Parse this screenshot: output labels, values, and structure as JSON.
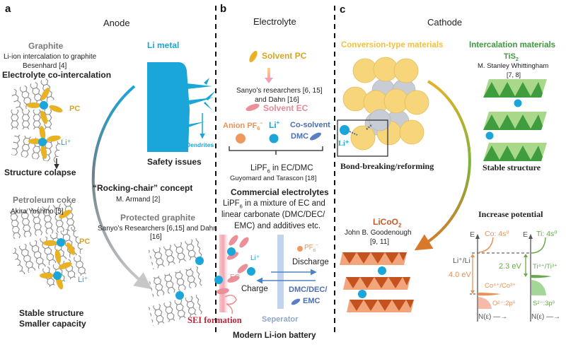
{
  "panels": {
    "a": {
      "letter": "a",
      "title": "Anode",
      "graphite": {
        "title": "Graphite",
        "line1": "Li-ion intercalation to graphite",
        "line2": "Besenhard [4]",
        "heading": "Electrolyte co-intercalation",
        "pc_label": "PC",
        "li_label": "Li⁺",
        "caption": "Structure colapse"
      },
      "li_metal": {
        "title": "Li metal",
        "dendrites_label": "Dendrites",
        "caption": "Safety issues"
      },
      "rocking_chair": {
        "title": "“Rocking-chair” concept",
        "ref": "M. Armand [2]"
      },
      "petroleum_coke": {
        "title": "Petroleum coke",
        "ref": "Akira  Yoshino [5]",
        "pc_label": "PC",
        "li_label": "Li⁺",
        "caption1": "Stable structure",
        "caption2": "Smaller capacity"
      },
      "protected_graphite": {
        "title": "Protected graphite",
        "ref1": "Sanyo’s Researchers [6,15] and Dahn",
        "ref2": "[16]"
      }
    },
    "b": {
      "letter": "b",
      "title": "Electrolyte",
      "solvent_pc": "Solvent PC",
      "sanyo_ref1": "Sanyo’s researchers [6, 15]",
      "sanyo_ref2": "and Dahn [16]",
      "solvent_ec": "Solvent EC",
      "anion_label": "Anion PF",
      "anion_sub": "6",
      "anion_sup": "−",
      "li_label": "Li",
      "li_sup": "+",
      "cosolvent_label": "Co-solvent",
      "dmc_label": "DMC",
      "lipf6_pre": "LiPF",
      "lipf6_sub": "6",
      "lipf6_post": " in EC/DMC",
      "guyomard_ref": "Guyomard and Tarascon  [18]",
      "commercial_title": "Commercial electrolytes",
      "commercial_l1_pre": "LiPF",
      "commercial_l1_sub": "6",
      "commercial_l1_post": " in a mixture of EC and",
      "commercial_l2": "linear carbonate (DMC/DEC/",
      "commercial_l3": "EMC) and additives etc.",
      "battery": {
        "li_label": "Li⁺",
        "ec_label": "EC",
        "charge_label": "Charge",
        "discharge_label": "Discharge",
        "pf6_label": "PF",
        "pf6_sub": "6",
        "pf6_sup": "−",
        "dmc_dec_l1": "DMC/DEC/",
        "dmc_dec_l2": "EMC",
        "sei_label": "SEI  formation",
        "separator_label": "Seperator",
        "caption": "Modern Li-ion battery"
      }
    },
    "c": {
      "letter": "c",
      "title": "Cathode",
      "conversion": {
        "title": "Conversion-type materials",
        "li_label": "Li⁺",
        "caption": "Bond-breaking/reforming"
      },
      "intercalation": {
        "title": "Intercalation materials",
        "formula_pre": "TiS",
        "formula_sub": "2",
        "ref1": "M. Stanley Whittingham",
        "ref2": "[7, 8]",
        "caption": "Stable structure"
      },
      "licoo2": {
        "formula_pre": "LiCoO",
        "formula_sub": "2",
        "ref1": "John B. Goodenough",
        "ref2": "[9, 11]"
      },
      "potential": {
        "title": "Increase potential",
        "axis_e": "E",
        "co_level": "Co: 4s⁰",
        "ti_level": "Ti: 4s⁰",
        "li_ref": "Li⁺/Li",
        "co_gap": "4.0 eV",
        "ti_gap": "2.3 eV",
        "ti_couple": "Ti⁴⁺/Ti³⁺",
        "co_couple": "Co⁴⁺/Co³⁺",
        "o_band": "O²⁻:2p⁶",
        "s_band": "S²⁻:3p⁶",
        "dos_label": "N(ε) —→"
      }
    }
  },
  "colors": {
    "li_ion": "#1aa6d9",
    "pc": "#e8b224",
    "ec": "#ec8f98",
    "pf6": "#ef9a5c",
    "dmc": "#5b7fc4",
    "sulfide_green": "#3f9c3f",
    "cobalt_oxide": "#c4521f",
    "conversion_yellow": "#f7d57a",
    "conversion_grey": "#c8ccd4"
  }
}
